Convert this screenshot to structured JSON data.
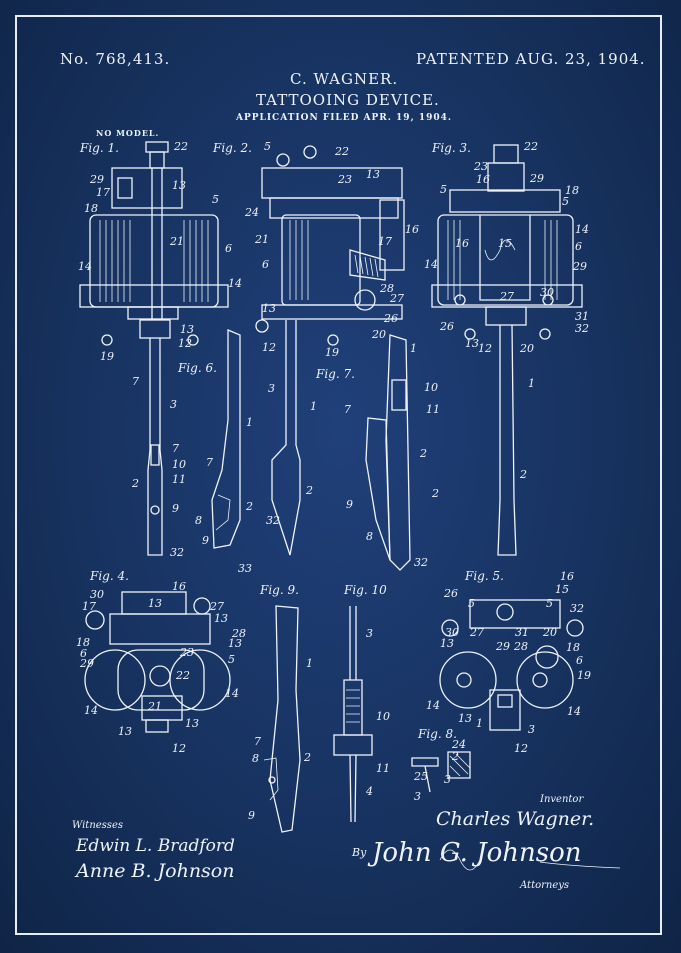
{
  "header": {
    "patent_number": "No. 768,413.",
    "patent_date": "PATENTED AUG. 23, 1904.",
    "inventor_name": "C. WAGNER.",
    "title": "TATTOOING DEVICE.",
    "application": "APPLICATION FILED APR. 19, 1904.",
    "model_note": "NO MODEL."
  },
  "figures": [
    {
      "label": "Fig. 1."
    },
    {
      "label": "Fig. 2."
    },
    {
      "label": "Fig. 3."
    },
    {
      "label": "Fig. 4."
    },
    {
      "label": "Fig. 5."
    },
    {
      "label": "Fig. 6."
    },
    {
      "label": "Fig. 7."
    },
    {
      "label": "Fig. 8."
    },
    {
      "label": "Fig. 9."
    },
    {
      "label": "Fig. 10"
    }
  ],
  "signatures": {
    "witnesses_label": "Witnesses",
    "witness_1": "Edwin L. Bradford",
    "witness_2": "Anne B. Johnson",
    "inventor_label": "Inventor",
    "inventor_signature": "Charles Wagner.",
    "by_label": "By",
    "attorney_signature": "John G. Johnson",
    "attorney_label": "Attorneys"
  },
  "colors": {
    "background": "#17325f",
    "ink": "#eef3fb"
  }
}
